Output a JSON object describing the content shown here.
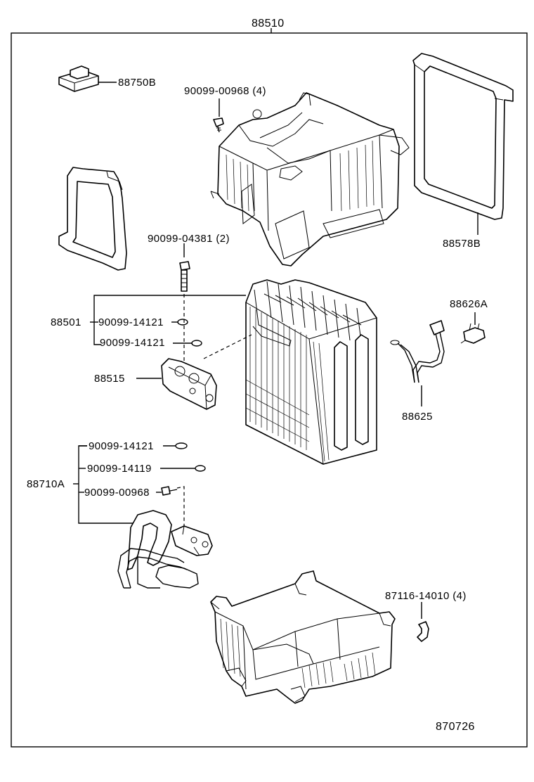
{
  "diagram": {
    "assembly_label": "88510",
    "drawing_number": "870726",
    "labels": {
      "p88750B": "88750B",
      "p90099_00968_top": "90099-00968 (4)",
      "p88578B": "88578B",
      "p90099_04381": "90099-04381 (2)",
      "p88501": "88501",
      "p90099_14121_a": "90099-14121",
      "p90099_14121_b": "90099-14121",
      "p88626A": "88626A",
      "p88515": "88515",
      "p88625": "88625",
      "p88710A": "88710A",
      "p90099_14121_c": "90099-14121",
      "p90099_14119": "90099-14119",
      "p90099_00968_low": "90099-00968",
      "p87116_14010": "87116-14010 (4)"
    }
  }
}
